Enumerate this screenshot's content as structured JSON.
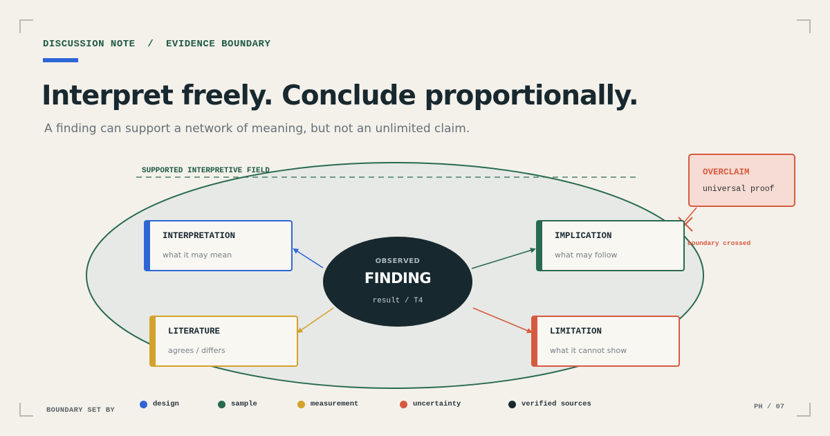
{
  "header": {
    "eyebrow": "DISCUSSION NOTE  /  EVIDENCE BOUNDARY",
    "title": "Interpret freely. Conclude proportionally.",
    "subtitle": "A finding can support a network of meaning, but not an unlimited claim."
  },
  "diagram": {
    "field_label": "SUPPORTED INTERPRETIVE FIELD",
    "center": {
      "kicker": "OBSERVED",
      "title": "FINDING",
      "sub": "result / T4"
    },
    "nodes": {
      "interpretation": {
        "title": "INTERPRETATION",
        "sub": "what it may mean"
      },
      "implication": {
        "title": "IMPLICATION",
        "sub": "what may follow"
      },
      "literature": {
        "title": "LITERATURE",
        "sub": "agrees / differs"
      },
      "limitation": {
        "title": "LIMITATION",
        "sub": "what it cannot show"
      }
    },
    "overclaim": {
      "title": "OVERCLAIM",
      "sub": "universal proof"
    },
    "crossed_label": "boundary crossed"
  },
  "footer": {
    "boundary_label": "BOUNDARY SET BY",
    "legend": [
      {
        "label": "design",
        "color": "#2e66d6"
      },
      {
        "label": "sample",
        "color": "#286a4f"
      },
      {
        "label": "measurement",
        "color": "#d4a12a"
      },
      {
        "label": "uncertainty",
        "color": "#d65a3f"
      },
      {
        "label": "verified sources",
        "color": "#18282f"
      }
    ],
    "page": "PH / 07"
  },
  "colors": {
    "background": "#f4f1eb",
    "field_stroke": "#286a4f",
    "finding_fill": "#18282f",
    "accent_blue": "#2e66d6",
    "accent_green": "#286a4f",
    "accent_yellow": "#d4a12a",
    "accent_red": "#d65a3f"
  }
}
